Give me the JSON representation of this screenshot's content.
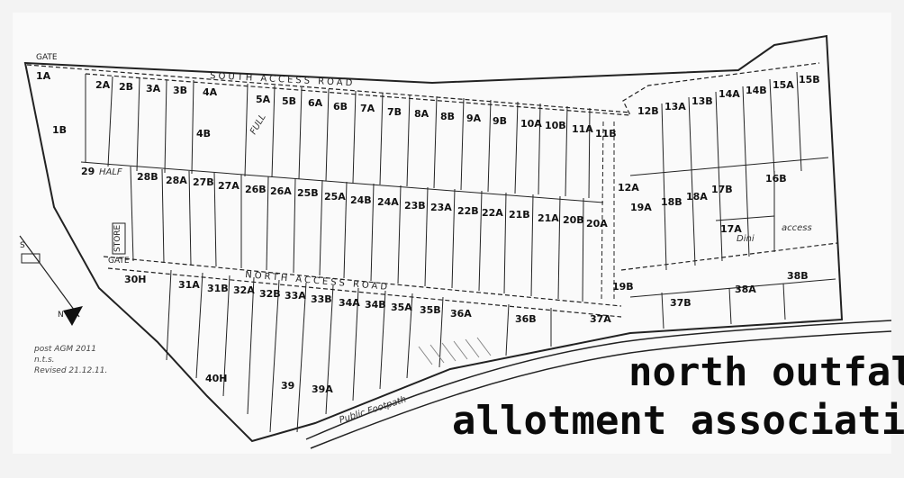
{
  "map": {
    "title_line1": "north outfall",
    "title_line2": "allotment association",
    "roads": {
      "south": "SOUTH ACCESS ROAD",
      "north": "NORTH ACCESS ROAD",
      "footpath": "Public Footpath",
      "gate_top": "GATE",
      "gate_mid": "GATE",
      "access": "access"
    },
    "notes": {
      "line1": "post AGM 2011",
      "line2": "n.t.s.",
      "line3": "Revised 21.12.11."
    },
    "compass_labels": {
      "south": "S",
      "north": "N"
    },
    "plots": [
      "1A",
      "1B",
      "2A",
      "2B",
      "3A",
      "3B",
      "4A",
      "4B",
      "5A",
      "5B",
      "6A",
      "6B",
      "7A",
      "7B",
      "8A",
      "8B",
      "9A",
      "9B",
      "10A",
      "10B",
      "11A",
      "11B",
      "12A",
      "12B",
      "13A",
      "13B",
      "14A",
      "14B",
      "15A",
      "15B",
      "16B",
      "17A",
      "17B",
      "18A",
      "18B",
      "19A",
      "19B",
      "20A",
      "20B",
      "21A",
      "21B",
      "22A",
      "22B",
      "23A",
      "23B",
      "24A",
      "24B",
      "25A",
      "25B",
      "26A",
      "26B",
      "27A",
      "27B",
      "28A",
      "28B",
      "29",
      "30H",
      "31A",
      "31B",
      "32A",
      "32B",
      "33A",
      "33B",
      "34A",
      "34B",
      "35A",
      "35B",
      "36A",
      "36B",
      "37A",
      "37B",
      "38A",
      "38B",
      "39",
      "39A",
      "40H"
    ],
    "handwritten": {
      "half": "HALF",
      "store": "STORE",
      "full": "FULL",
      "dini": "Dini"
    }
  }
}
